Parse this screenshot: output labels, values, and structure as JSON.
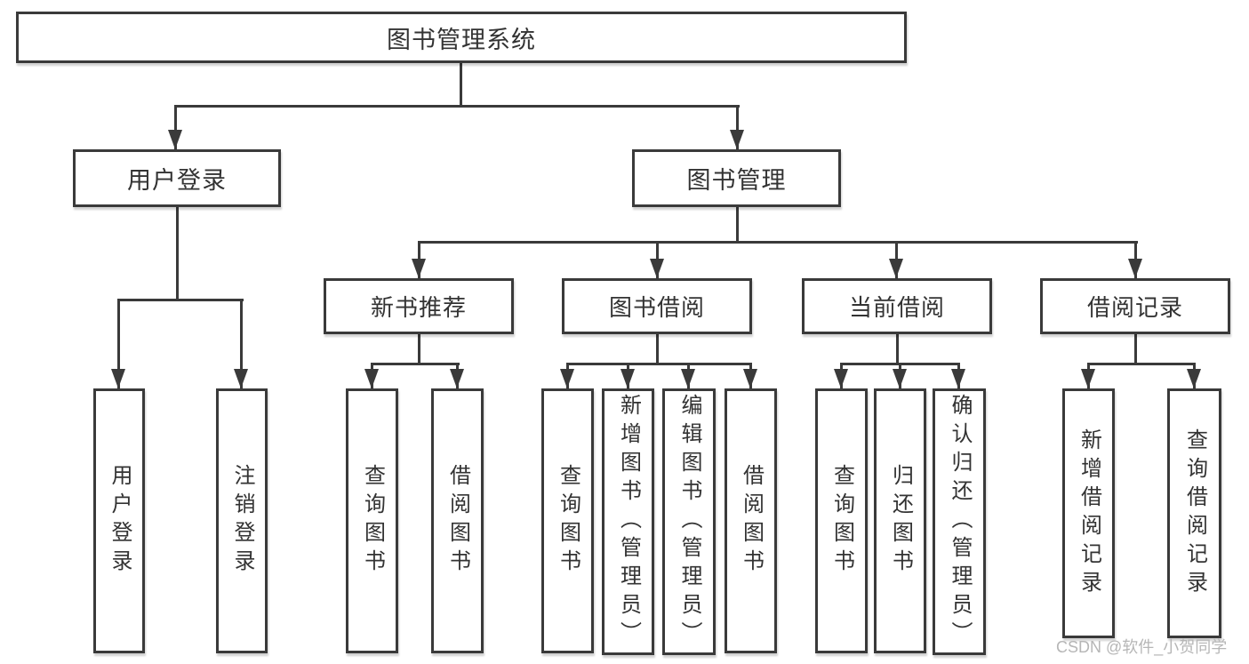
{
  "diagram_type": "hierarchy-flowchart",
  "colors": {
    "line": "#3a3a3a",
    "text": "#333333",
    "watermark": "#b6b6b6",
    "background": "#ffffff"
  },
  "icons": {
    "arrowhead": "solid triangle pointing down"
  },
  "tree": {
    "label": "图书管理系统",
    "children": [
      {
        "label": "用户登录",
        "children": [
          {
            "label": "用户登录"
          },
          {
            "label": "注销登录"
          }
        ]
      },
      {
        "label": "图书管理",
        "children": [
          {
            "label": "新书推荐",
            "children": [
              {
                "label": "查询图书"
              },
              {
                "label": "借阅图书"
              }
            ]
          },
          {
            "label": "图书借阅",
            "children": [
              {
                "label": "查询图书"
              },
              {
                "label": "新增图书（管理员）"
              },
              {
                "label": "编辑图书（管理员）"
              },
              {
                "label": "借阅图书"
              }
            ]
          },
          {
            "label": "当前借阅",
            "children": [
              {
                "label": "查询图书"
              },
              {
                "label": "归还图书"
              },
              {
                "label": "确认归还（管理员）"
              }
            ]
          },
          {
            "label": "借阅记录",
            "children": [
              {
                "label": "新增借阅记录"
              },
              {
                "label": "查询借阅记录"
              }
            ]
          }
        ]
      }
    ]
  },
  "watermark": {
    "text": "CSDN @软件_小贺同学"
  }
}
